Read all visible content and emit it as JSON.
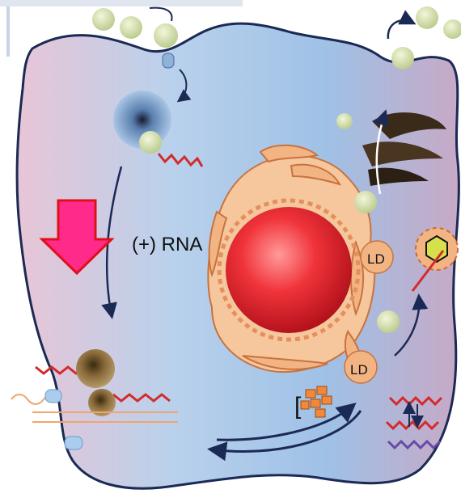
{
  "labels": {
    "rna": "(+) RNA",
    "ld_top": "LD",
    "ld_bottom": "LD"
  },
  "icons": {
    "pointer": "down-arrow-icon"
  },
  "colors": {
    "cell_blue": "#a9c8e8",
    "cell_pink": "#e7bfd0",
    "membrane": "#1b2a55",
    "nucleus": "#e8202a",
    "er": "#f0a46f",
    "virion": "#c8d89a",
    "arrow_magenta": "#ff2a8a",
    "rna_red": "#d42a2a"
  }
}
